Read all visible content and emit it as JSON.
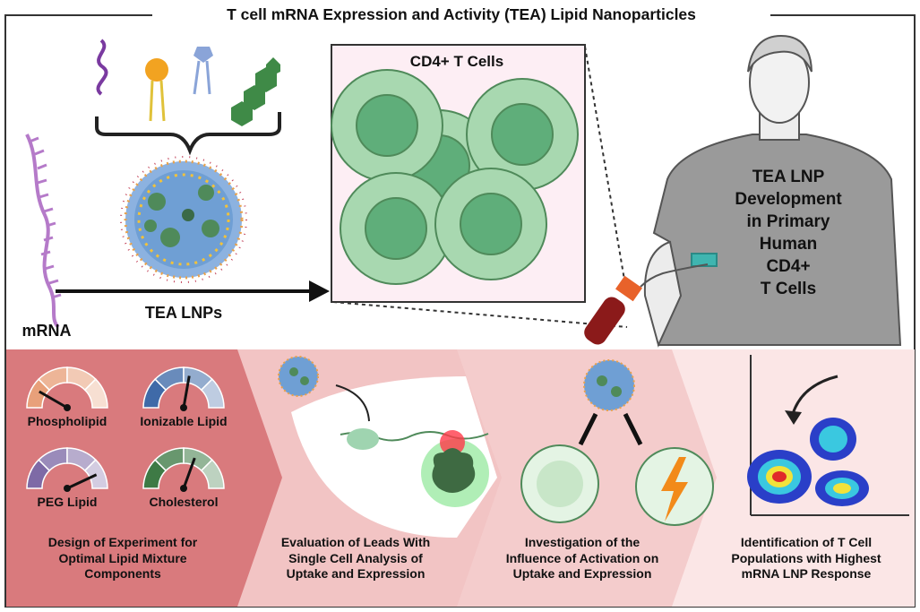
{
  "title": {
    "text": "T cell mRNA Expression and Activity (TEA) Lipid Nanoparticles",
    "underlined_letters": [
      "T",
      "E",
      "A",
      "TEA"
    ]
  },
  "top_panel": {
    "cells_box_title": "CD4+ T Cells",
    "mrna_label": "mRNA",
    "lnp_arrow_label": "TEA LNPs",
    "shirt_text": [
      "TEA LNP",
      "Development",
      "in Primary",
      "Human",
      "CD4+",
      "T Cells"
    ]
  },
  "gauges": [
    {
      "label": "Phospholipid",
      "color": "#e8a07a"
    },
    {
      "label": "Ionizable Lipid",
      "color": "#3f6aa8"
    },
    {
      "label": "PEG Lipid",
      "color": "#7e6aa6"
    },
    {
      "label": "Cholesterol",
      "color": "#3e7a45"
    }
  ],
  "steps": [
    {
      "caption": [
        "Design of Experiment for",
        "Optimal Lipid Mixture",
        "Components"
      ]
    },
    {
      "caption": [
        "Evaluation of Leads With",
        "Single Cell Analysis of",
        "Uptake and Expression"
      ]
    },
    {
      "caption": [
        "Investigation of the",
        "Influence of Activation on",
        "Uptake and Expression"
      ]
    },
    {
      "caption": [
        "Identification of T Cell",
        "Populations with Highest",
        "mRNA LNP Response"
      ]
    }
  ],
  "colors": {
    "step1_bg": "#d97a7d",
    "step2_bg": "#f2c4c4",
    "step3_bg": "#f4cccc",
    "step4_bg": "#fbe6e6",
    "cell_outer": "#a8d8b0",
    "cell_inner": "#5fae7a",
    "cells_box_bg": "#fdeef4"
  }
}
